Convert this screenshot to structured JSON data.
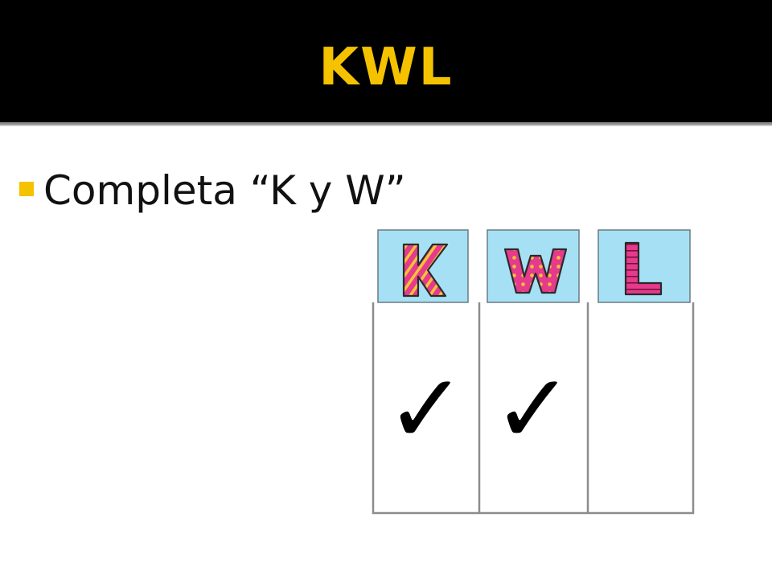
{
  "slide": {
    "title": "KWL",
    "bullets": [
      "Completa “K y W”"
    ]
  },
  "kwl_chart": {
    "columns": [
      {
        "letter": "K",
        "checked": true
      },
      {
        "letter": "W",
        "checked": true
      },
      {
        "letter": "L",
        "checked": false
      }
    ],
    "check_glyph": "✓",
    "colors": {
      "header_fill": "#a6e0f4",
      "letter_fill": "#e63a8c",
      "letter_stripe": "#f7c23a",
      "title_color": "#f5c200",
      "title_bar": "#000000"
    }
  }
}
